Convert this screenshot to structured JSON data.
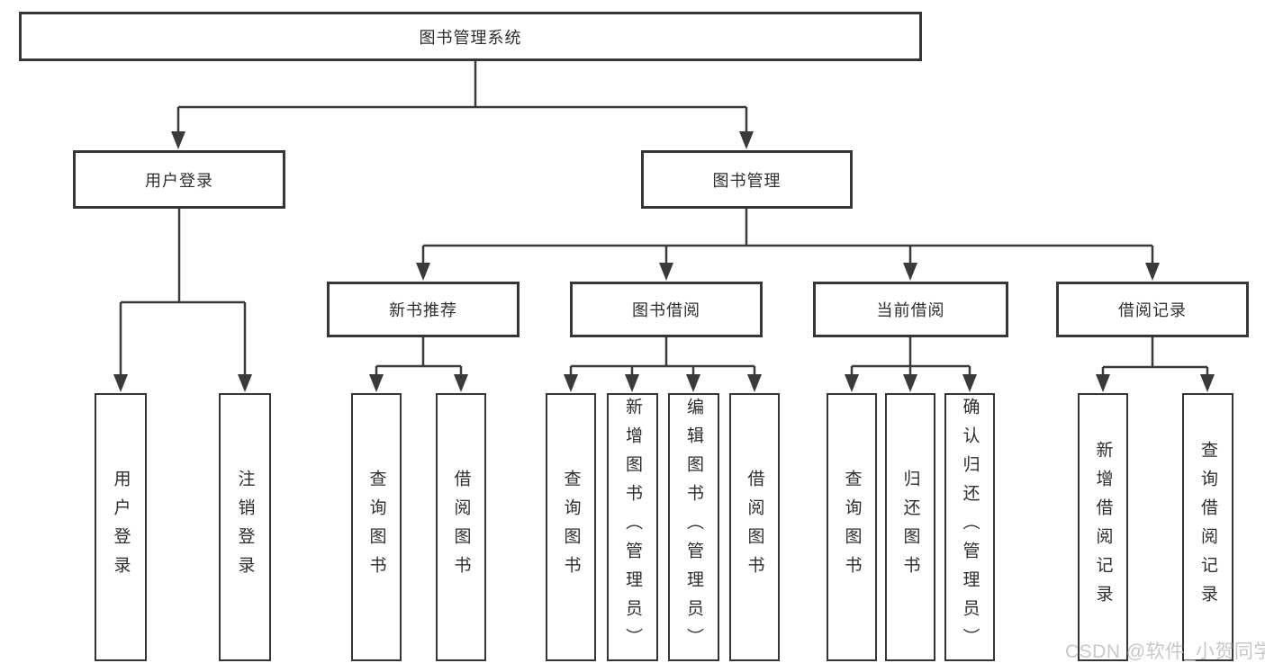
{
  "colors": {
    "border": "#363636",
    "line": "#3a3a3a",
    "text": "#2e2e2e",
    "watermark": "#c8c8c8",
    "background": "#ffffff"
  },
  "tree": {
    "root": {
      "label": "图书管理系统",
      "children": [
        {
          "label": "用户登录",
          "children": [
            {
              "label": "用户登录"
            },
            {
              "label": "注销登录"
            }
          ]
        },
        {
          "label": "图书管理",
          "children": [
            {
              "label": "新书推荐",
              "children": [
                {
                  "label": "查询图书"
                },
                {
                  "label": "借阅图书"
                }
              ]
            },
            {
              "label": "图书借阅",
              "children": [
                {
                  "label": "查询图书"
                },
                {
                  "label": "新增图书（管理员）"
                },
                {
                  "label": "编辑图书（管理员）"
                },
                {
                  "label": "借阅图书"
                }
              ]
            },
            {
              "label": "当前借阅",
              "children": [
                {
                  "label": "查询图书"
                },
                {
                  "label": "归还图书"
                },
                {
                  "label": "确认归还（管理员）"
                }
              ]
            },
            {
              "label": "借阅记录",
              "children": [
                {
                  "label": "新增借阅记录"
                },
                {
                  "label": "查询借阅记录"
                }
              ]
            }
          ]
        }
      ]
    }
  },
  "watermark": {
    "text": "CSDN @软件_小贺同学"
  }
}
